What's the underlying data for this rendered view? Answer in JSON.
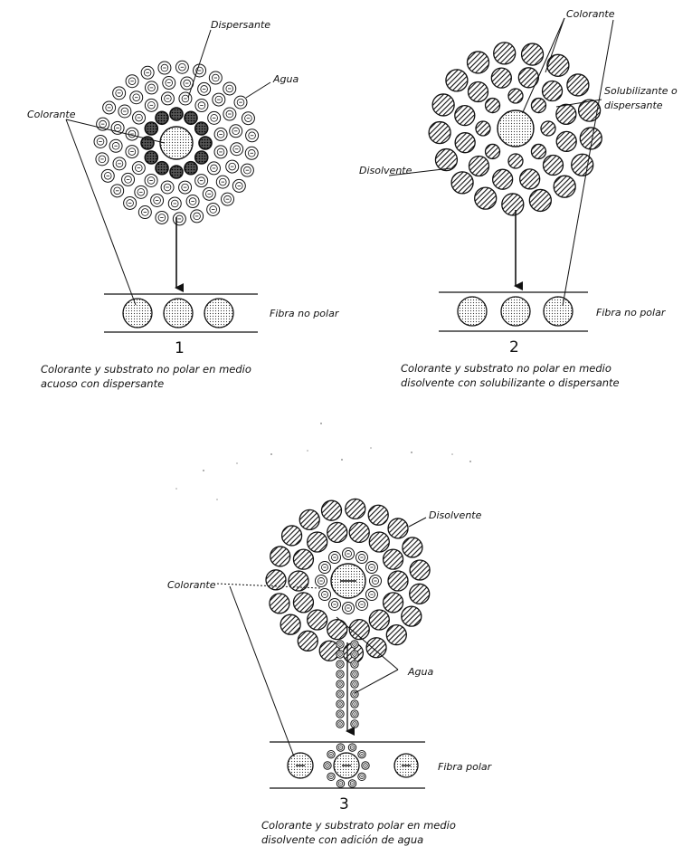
{
  "panel1": {
    "label_dispersante": "Dispersante",
    "label_agua": "Agua",
    "label_colorante": "Colorante",
    "fiber_label": "Fibra no polar",
    "number": "1",
    "caption_line1": "Colorante y substrato no polar en medio",
    "caption_line2": "acuoso con dispersante"
  },
  "panel2": {
    "label_colorante": "Colorante",
    "label_solubilizante_1": "Solubilizante o",
    "label_solubilizante_2": "dispersante",
    "label_disolvente": "Disolvente",
    "fiber_label": "Fibra no polar",
    "number": "2",
    "caption_line1": "Colorante y substrato no polar en medio",
    "caption_line2": "disolvente con solubilizante o dispersante"
  },
  "panel3": {
    "label_disolvente": "Disolvente",
    "label_colorante": "Colorante",
    "label_agua": "Agua",
    "fiber_label": "Fibra polar",
    "number": "3",
    "caption_line1": "Colorante y substrato polar en medio",
    "caption_line2": "disolvente con adición de agua"
  }
}
